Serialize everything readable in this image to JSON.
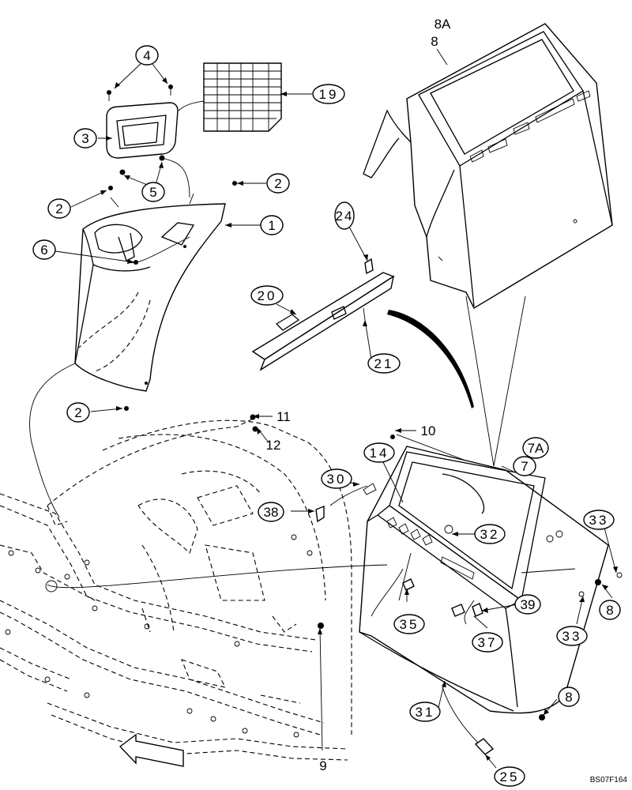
{
  "diagram": {
    "reference_code": "BS07F164",
    "callouts": {
      "c1": "1",
      "c2a": "2",
      "c2b": "2",
      "c2c": "2",
      "c3": "3",
      "c4": "4",
      "c5": "5",
      "c6": "6",
      "c7": "7",
      "c7a": "7A",
      "c8": "8",
      "c8a": "8A",
      "c8b": "8",
      "c8c": "8",
      "c9": "9",
      "c10": "10",
      "c11": "11",
      "c12": "12",
      "c14": "14",
      "c19": "19",
      "c20": "20",
      "c21": "21",
      "c24": "24",
      "c25": "25",
      "c30": "30",
      "c31": "31",
      "c32": "32",
      "c33a": "33",
      "c33b": "33",
      "c35": "35",
      "c37": "37",
      "c38": "38",
      "c39": "39"
    }
  }
}
